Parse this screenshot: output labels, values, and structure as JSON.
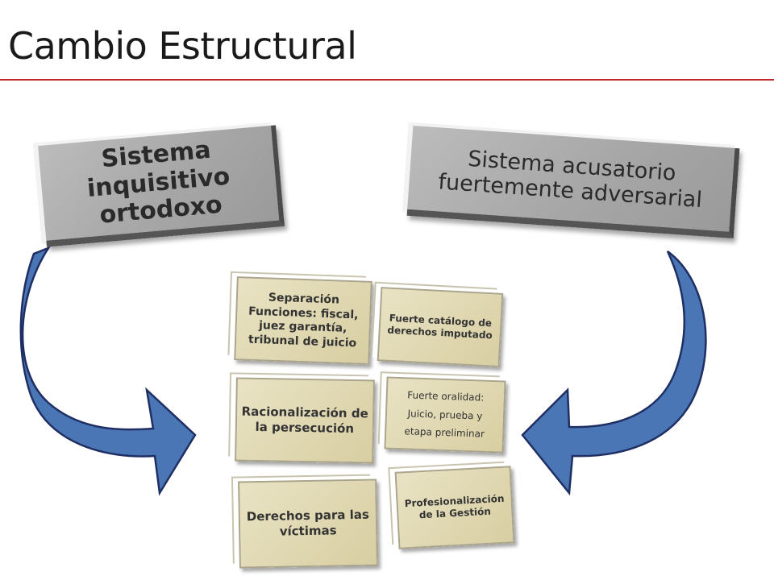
{
  "title": "Cambio Estructural",
  "colors": {
    "title_rule": "#c0272d",
    "arrow_fill": "#4a76b6",
    "arrow_stroke": "#1f2f63",
    "grey_box": "#aaaaaa",
    "tile": "#ddd4aa"
  },
  "left_box": {
    "text": "Sistema inquisitivo ortodoxo"
  },
  "right_box": {
    "text": "Sistema acusatorio fuertemente adversarial"
  },
  "tiles": {
    "t1": "Separación Funciones: fiscal, juez garantía, tribunal de juicio",
    "t2": "Fuerte catálogo de derechos imputado",
    "t3": "Racionalización de la persecución",
    "t4": {
      "line1": "Fuerte oralidad:",
      "line2": "Juicio, prueba y",
      "line3": "etapa preliminar"
    },
    "t5": "Derechos para las víctimas",
    "t6": "Profesionalización de la Gestión"
  },
  "arrows": [
    {
      "name": "left-curved-arrow-icon",
      "icon": "curved-arrow-right"
    },
    {
      "name": "right-curved-arrow-icon",
      "icon": "curved-arrow-left"
    }
  ]
}
